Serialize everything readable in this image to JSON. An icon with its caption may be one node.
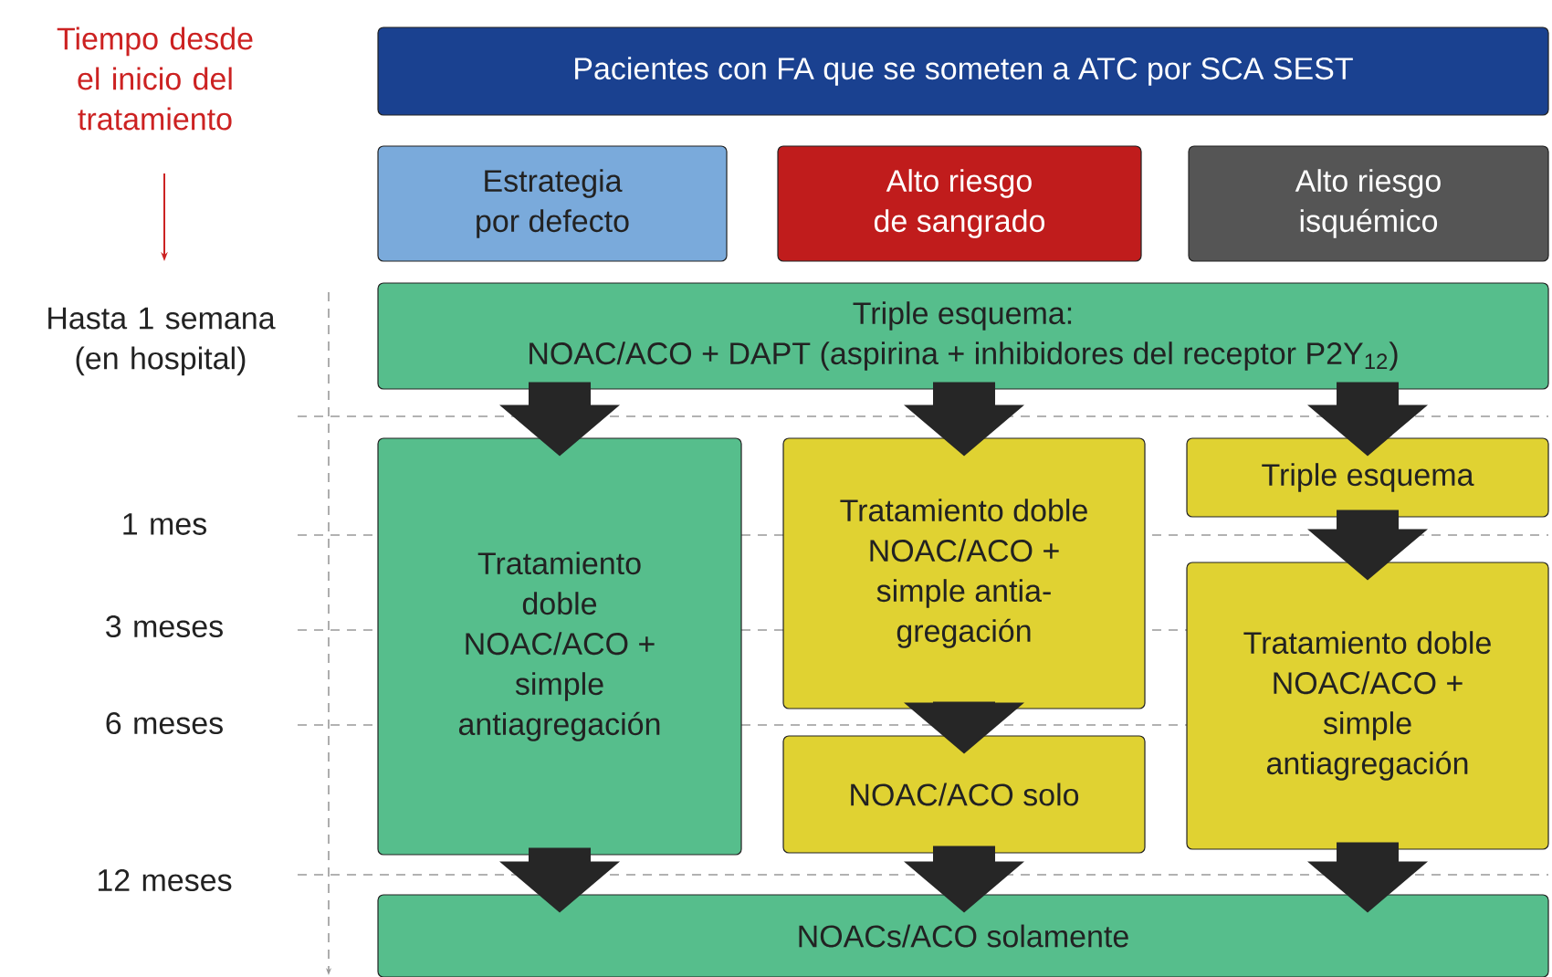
{
  "diagram": {
    "nodes": [
      {
        "text": [
          "Pacientes con FA que se someten a ATC por SCA SEST"
        ]
      },
      {
        "text": [
          "Estrategia por defecto"
        ]
      },
      {
        "text": [
          "Alto riesgo de sangrado"
        ]
      },
      {
        "text": [
          "Alto riesgo isquémico"
        ]
      },
      {
        "text": [
          "Triple esquema:",
          "NOAC/ACO + DAPT (aspirina + inhibidores del receptor P2Y$_{12}$)"
        ]
      },
      {
        "text": [
          "Tratamiento doble NOAC/ACO + simple antiagregación"
        ]
      },
      {
        "text": [
          "Tratamiento doble NOAC/ACO + simple antia- gregación"
        ]
      },
      {
        "text": [
          "NOAC/ACO solo"
        ]
      },
      {
        "text": [
          "Triple esquema"
        ]
      },
      {
        "text": [
          "Tratamiento doble NOAC/ACO + simple antiagregación"
        ]
      },
      {
        "text": [
          "NOACs/ACO solamente"
        ]
      }
    ],
    "edges": [
      {
        "from": 4,
        "to": 5,
        "arrow": "to"
      },
      {
        "from": 4,
        "to": 6,
        "arrow": "to"
      },
      {
        "from": 4,
        "to": 8,
        "arrow": "to"
      },
      {
        "from": 6,
        "to": 7,
        "arrow": "to"
      },
      {
        "from": 8,
        "to": 9,
        "arrow": "to"
      },
      {
        "from": 5,
        "to": 10,
        "arrow": "to"
      },
      {
        "from": 7,
        "to": 10,
        "arrow": "to"
      },
      {
        "from": 9,
        "to": 10,
        "arrow": "to"
      }
    ],
    "labels": [
      "Tiempo desde el inicio del tratamiento",
      "Hasta 1 semana (en hospital)",
      "1 mes",
      "3 meses",
      "6 meses",
      "12 meses"
    ]
  }
}
